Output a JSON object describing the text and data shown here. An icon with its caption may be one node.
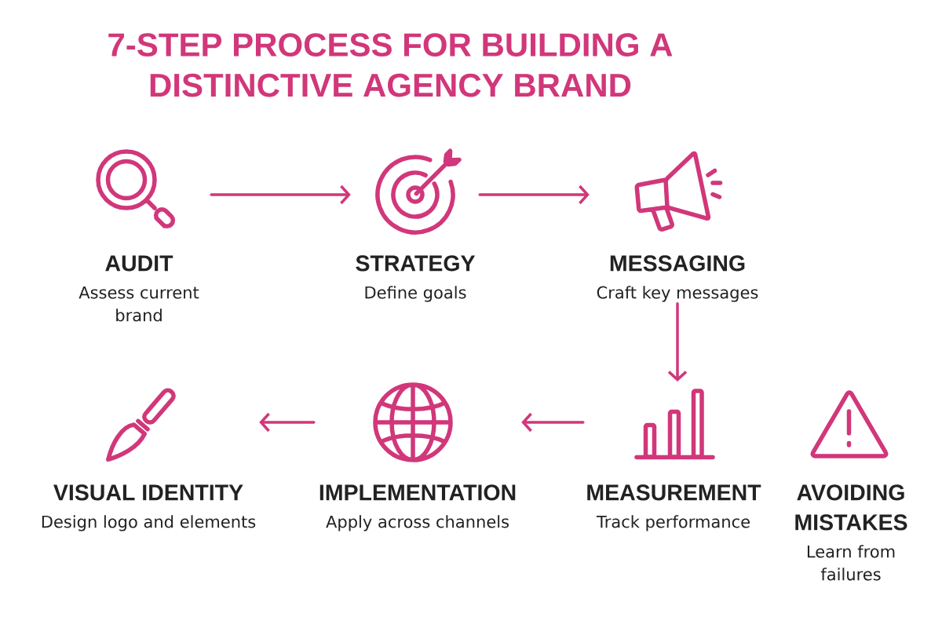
{
  "diagram": {
    "title": "7-STEP PROCESS FOR BUILDING A DISTINCTIVE AGENCY BRAND",
    "nodes": [
      {
        "text": [
          "AUDIT",
          "Assess current brand"
        ]
      },
      {
        "text": [
          "STRATEGY",
          "Define goals"
        ]
      },
      {
        "text": [
          "MESSAGING",
          "Craft key messages"
        ]
      },
      {
        "text": [
          "VISUAL IDENTITY",
          "Design logo and elements"
        ]
      },
      {
        "text": [
          "IMPLEMENTATION",
          "Apply across channels"
        ]
      },
      {
        "text": [
          "MEASUREMENT",
          "Track performance"
        ]
      },
      {
        "text": [
          "AVOIDING MISTAKES",
          "Learn from failures"
        ]
      }
    ],
    "edges": [
      {
        "from": 0,
        "to": 1,
        "arrow": "to"
      },
      {
        "from": 1,
        "to": 2,
        "arrow": "to"
      },
      {
        "from": 2,
        "to": 5,
        "arrow": "to"
      },
      {
        "from": 5,
        "to": 4,
        "arrow": "to"
      },
      {
        "from": 4,
        "to": 3,
        "arrow": "to"
      }
    ]
  }
}
